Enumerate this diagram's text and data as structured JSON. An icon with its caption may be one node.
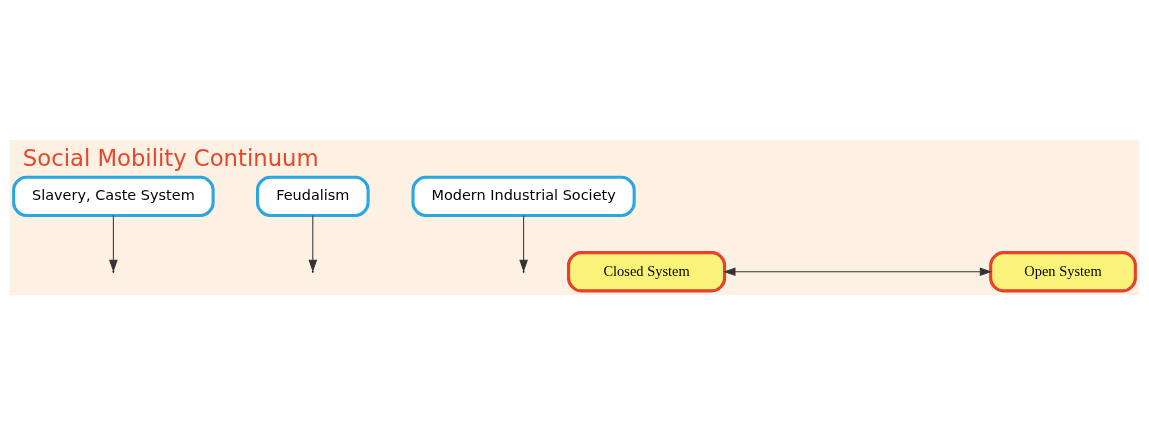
{
  "diagram": {
    "title": "Social Mobility Continuum",
    "nodes": [
      {
        "text": [
          "Slavery, Caste System"
        ]
      },
      {
        "text": [
          "Feudalism"
        ]
      },
      {
        "text": [
          "Modern Industrial Society"
        ]
      },
      {
        "text": [
          "Closed System"
        ]
      },
      {
        "text": [
          "Open System"
        ]
      }
    ],
    "edges": [
      {
        "from": 3,
        "to": 4,
        "arrow": "both"
      },
      {
        "from": 0,
        "to": null,
        "arrow": "to"
      },
      {
        "from": 1,
        "to": null,
        "arrow": "to"
      },
      {
        "from": 2,
        "to": null,
        "arrow": "to"
      }
    ]
  }
}
